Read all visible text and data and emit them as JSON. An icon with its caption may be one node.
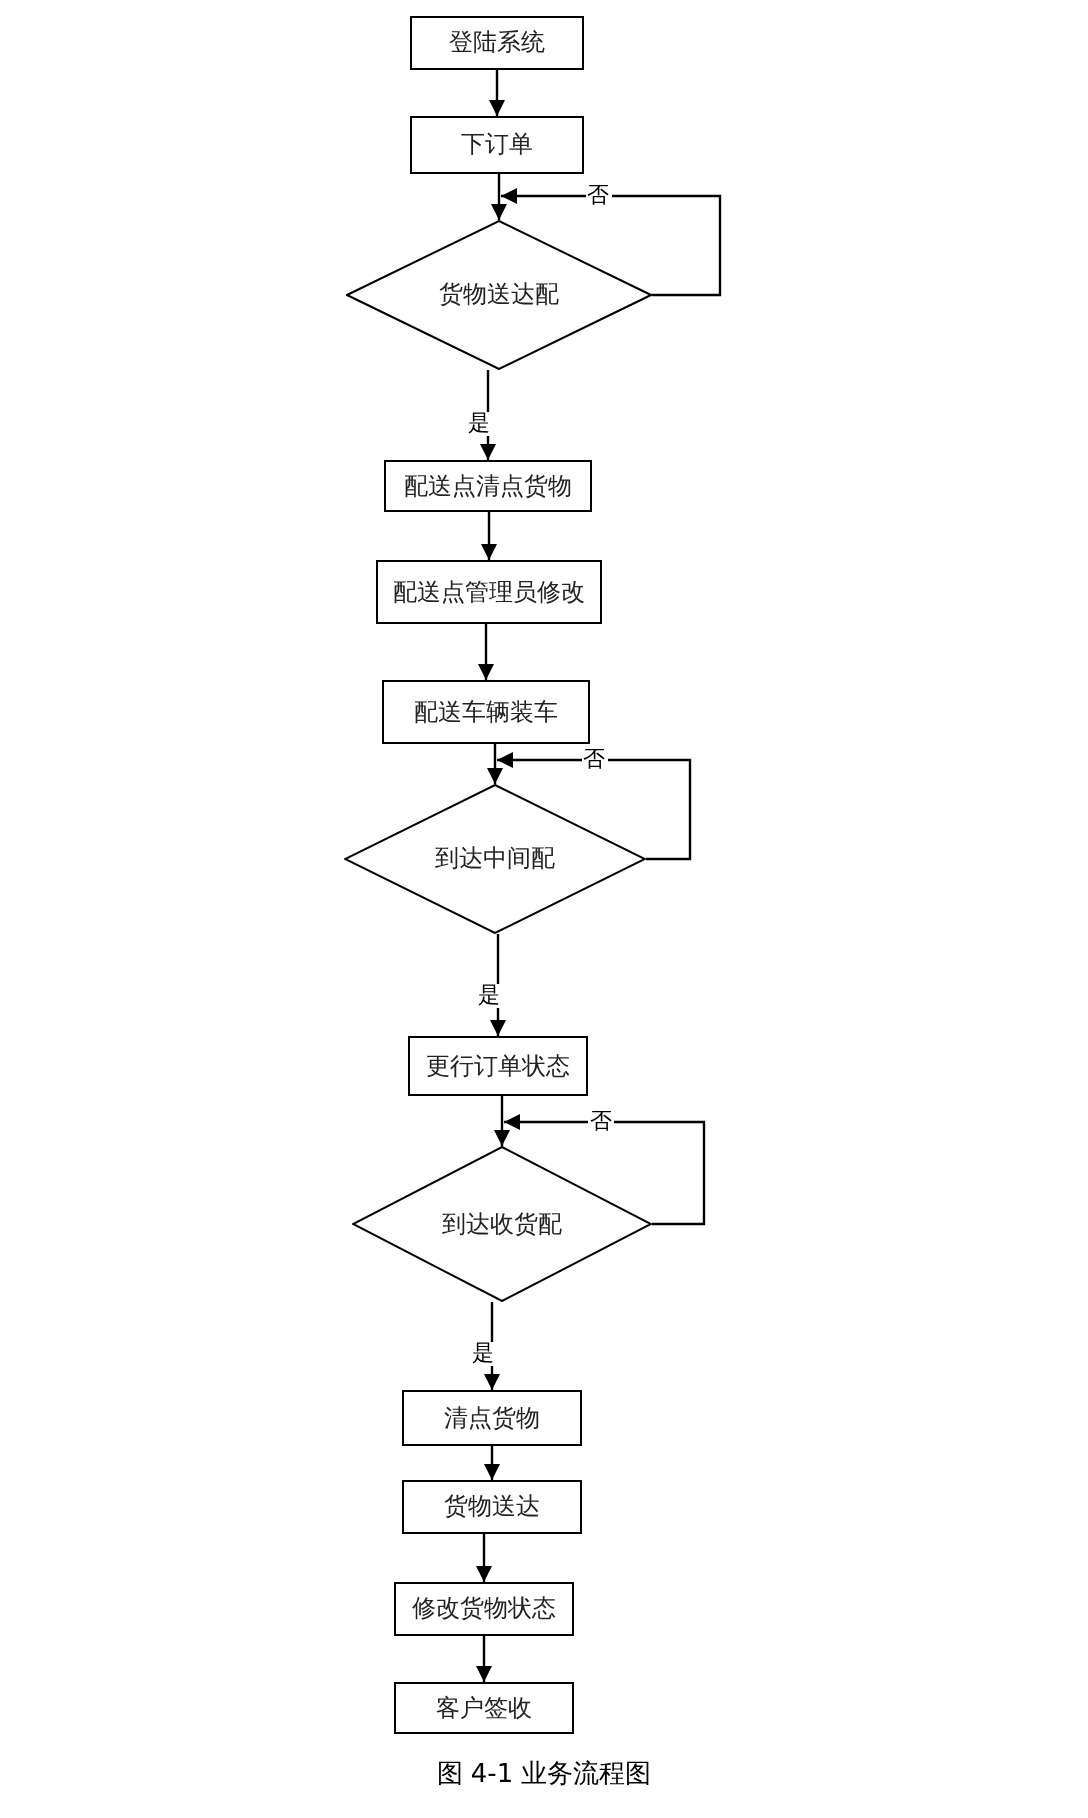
{
  "diagram": {
    "caption": "图 4-1  业务流程图",
    "nodes": [
      {
        "text": [
          "登陆系统"
        ]
      },
      {
        "text": [
          "下订单"
        ]
      },
      {
        "text": [
          "货物送达配"
        ]
      },
      {
        "text": [
          "配送点清点货物"
        ]
      },
      {
        "text": [
          "配送点管理员修改"
        ]
      },
      {
        "text": [
          "配送车辆装车"
        ]
      },
      {
        "text": [
          "到达中间配"
        ]
      },
      {
        "text": [
          "更行订单状态"
        ]
      },
      {
        "text": [
          "到达收货配"
        ]
      },
      {
        "text": [
          "清点货物"
        ]
      },
      {
        "text": [
          "货物送达"
        ]
      },
      {
        "text": [
          "修改货物状态"
        ]
      },
      {
        "text": [
          "客户签收"
        ]
      }
    ],
    "edges": [
      {
        "from": 0,
        "to": 1,
        "arrow": "to"
      },
      {
        "from": 1,
        "to": 2,
        "arrow": "to"
      },
      {
        "from": 2,
        "to": 2,
        "arrow": "to",
        "label": "否"
      },
      {
        "from": 2,
        "to": 3,
        "arrow": "to",
        "label": "是"
      },
      {
        "from": 3,
        "to": 4,
        "arrow": "to"
      },
      {
        "from": 4,
        "to": 5,
        "arrow": "to"
      },
      {
        "from": 5,
        "to": 6,
        "arrow": "to"
      },
      {
        "from": 6,
        "to": 6,
        "arrow": "to",
        "label": "否"
      },
      {
        "from": 6,
        "to": 7,
        "arrow": "to",
        "label": "是"
      },
      {
        "from": 7,
        "to": 8,
        "arrow": "to"
      },
      {
        "from": 8,
        "to": 8,
        "arrow": "to",
        "label": "否"
      },
      {
        "from": 8,
        "to": 9,
        "arrow": "to",
        "label": "是"
      },
      {
        "from": 9,
        "to": 10,
        "arrow": "to"
      },
      {
        "from": 10,
        "to": 11,
        "arrow": "to"
      },
      {
        "from": 11,
        "to": 12,
        "arrow": "to"
      }
    ]
  }
}
